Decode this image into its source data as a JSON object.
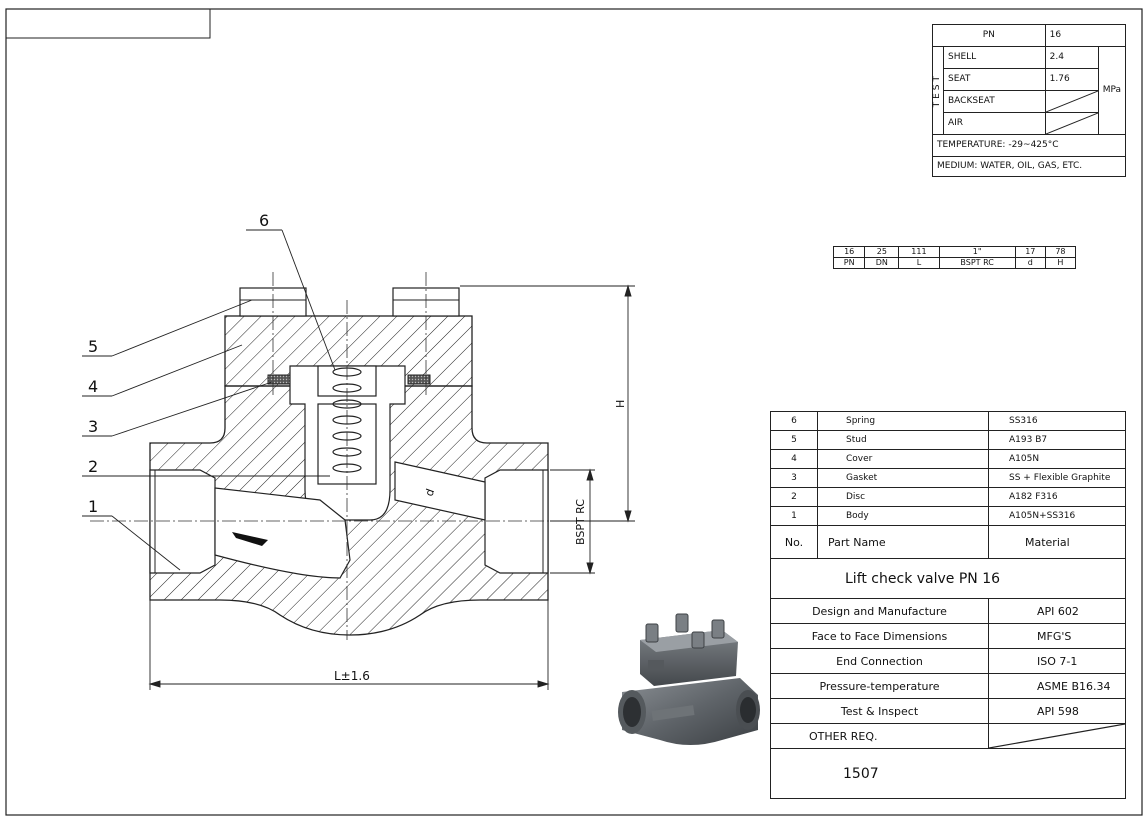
{
  "test_table": {
    "pn_label": "PN",
    "pn_value": "16",
    "test_label": "TEST",
    "shell_label": "SHELL",
    "shell_value": "2.4",
    "seat_label": "SEAT",
    "seat_value": "1.76",
    "backseat_label": "BACKSEAT",
    "air_label": "AIR",
    "unit": "MPa",
    "temperature": "TEMPERATURE: -29~425°C",
    "medium": "MEDIUM: WATER, OIL, GAS, ETC."
  },
  "dimension_table": {
    "values": [
      "16",
      "25",
      "111",
      "1\"",
      "17",
      "78"
    ],
    "headers": [
      "PN",
      "DN",
      "L",
      "BSPT RC",
      "d",
      "H"
    ]
  },
  "parts": [
    {
      "no": "6",
      "name": "Spring",
      "material": "SS316"
    },
    {
      "no": "5",
      "name": "Stud",
      "material": "A193 B7"
    },
    {
      "no": "4",
      "name": "Cover",
      "material": "A105N"
    },
    {
      "no": "3",
      "name": "Gasket",
      "material": "SS + Flexible Graphite"
    },
    {
      "no": "2",
      "name": "Disc",
      "material": "A182 F316"
    },
    {
      "no": "1",
      "name": "Body",
      "material": "A105N+SS316"
    }
  ],
  "parts_header": {
    "no": "No.",
    "name": "Part Name",
    "material": "Material"
  },
  "title": "Lift check valve PN 16",
  "specs": [
    {
      "label": "Design and Manufacture",
      "value": "API 602"
    },
    {
      "label": "Face to Face Dimensions",
      "value": "MFG'S"
    },
    {
      "label": "End Connection",
      "value": "ISO 7-1"
    },
    {
      "label": "Pressure-temperature",
      "value": "ASME B16.34"
    },
    {
      "label": "Test & Inspect",
      "value": "API 598"
    },
    {
      "label": "OTHER REQ.",
      "value": ""
    }
  ],
  "drawing_number": "1507",
  "drawing_labels": {
    "callouts": [
      "6",
      "5",
      "4",
      "3",
      "2",
      "1"
    ],
    "dim_h": "H",
    "dim_bspt": "BSPT RC",
    "dim_l": "L±1.6",
    "dim_d": "d"
  }
}
